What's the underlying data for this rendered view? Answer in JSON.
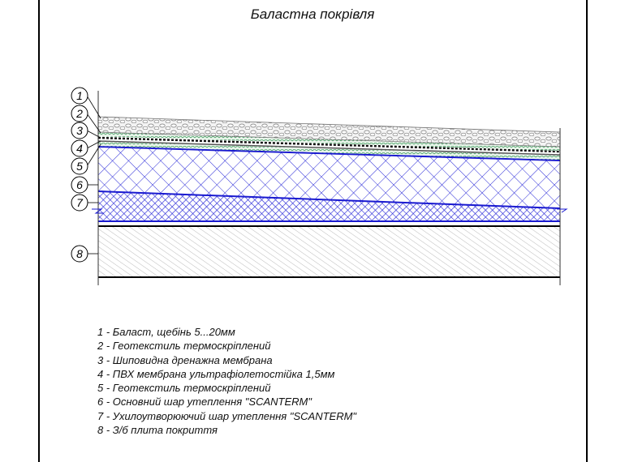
{
  "title": "Баластна покрівля",
  "callouts": [
    "1",
    "2",
    "3",
    "4",
    "5",
    "6",
    "7",
    "8"
  ],
  "legend": [
    "1 - Баласт, щебінь 5...20мм",
    "2 - Геотекстиль термоскріплений",
    "3 - Шиповидна дренажна мембрана",
    "4 - ПВХ мембрана ультрафіолетостійка 1,5мм",
    "5 - Геотекстиль термоскріплений",
    "6 - Основний шар утеплення \"SCANTERM\"",
    "7 - Ухилоутворюючий шар утеплення \"SCANTERM\"",
    "8 - З/б плита покриття"
  ],
  "colors": {
    "insulation": "#1a1ad0",
    "geotextile": "#3a9a5a",
    "concrete": "#9a9a9a"
  }
}
